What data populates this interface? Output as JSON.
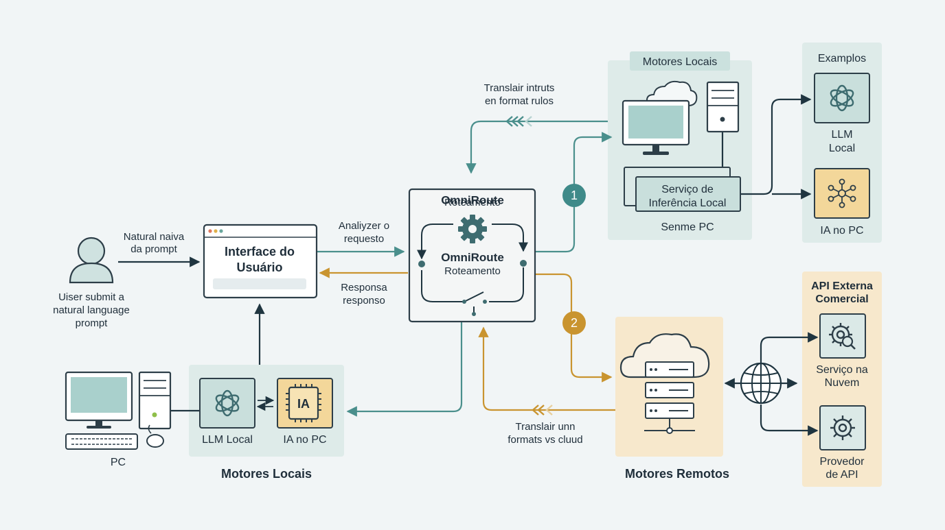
{
  "user": {
    "caption": [
      "Uiser submit a",
      "natural language",
      "prompt"
    ]
  },
  "arrow_labels": {
    "natural": [
      "Natural naiva",
      "da prompt"
    ],
    "analyze": [
      "Analiyzer o",
      "requesto"
    ],
    "response": [
      "Responsa",
      "responso"
    ],
    "translate_top": [
      "Translair intruts",
      "en format  rulos"
    ],
    "translate_bottom": [
      "Translair unn",
      "formats vs cluud"
    ]
  },
  "ui_window": {
    "title": [
      "Interface do",
      "Usuário"
    ]
  },
  "router": {
    "title": "OmniRoute",
    "subtitle": "Roteamento",
    "inner_title": "OmniRoute",
    "inner_subtitle": "Roteamento"
  },
  "badges": {
    "one": "1",
    "two": "2"
  },
  "local_panel": {
    "title": "Motores Locais",
    "service": [
      "Serviço de",
      "Inferência Local"
    ],
    "caption": "Senme PC"
  },
  "examples": {
    "title": "Examplos",
    "items": [
      {
        "label": [
          "LLM",
          "Local"
        ]
      },
      {
        "label": [
          "IA no PC"
        ]
      }
    ]
  },
  "bottom_local": {
    "items": [
      {
        "label": "LLM Local"
      },
      {
        "label": "IA no PC",
        "chip": "IA"
      }
    ],
    "title": "Motores Locais"
  },
  "pc": {
    "label": "PC"
  },
  "remote": {
    "title": "Motores Remotos"
  },
  "api": {
    "title": [
      "API Externa",
      "Comercial"
    ],
    "items": [
      {
        "label": [
          "Serviço na",
          "Nuvem"
        ]
      },
      {
        "label": [
          "Provedor",
          "de API"
        ]
      }
    ]
  },
  "colors": {
    "background": "#f1f5f6",
    "teal": "#4a8f8c",
    "gold": "#c9942f",
    "dark": "#1f3540",
    "teal_panel": "#deebe9",
    "gold_panel": "#f7e8cc"
  },
  "icons": [
    "user-icon",
    "monitor-icon",
    "tower-icon",
    "cloud-icon",
    "gear-icon",
    "switch-icon",
    "openai-knot-icon",
    "neural-network-icon",
    "chip-icon",
    "server-icon",
    "globe-icon",
    "gear-search-icon",
    "keyboard-icon",
    "mouse-icon"
  ]
}
